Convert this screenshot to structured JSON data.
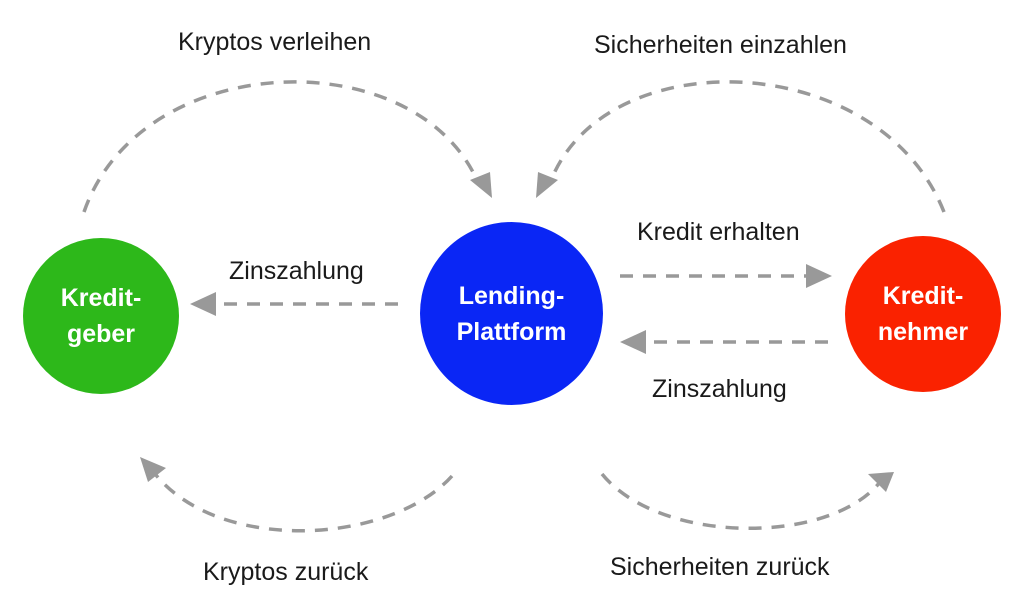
{
  "nodes": {
    "lender": {
      "line1": "Kredit-",
      "line2": "geber",
      "color": "#2db81a"
    },
    "platform": {
      "line1": "Lending-",
      "line2": "Plattform",
      "color": "#0a26f5"
    },
    "borrower": {
      "line1": "Kredit-",
      "line2": "nehmer",
      "color": "#fa2200"
    }
  },
  "labels": {
    "lend_crypto": "Kryptos verleihen",
    "deposit_collateral": "Sicherheiten einzahlen",
    "receive_loan": "Kredit erhalten",
    "interest_to_lender": "Zinszahlung",
    "interest_from_borrower": "Zinszahlung",
    "crypto_back": "Kryptos zurück",
    "collateral_back": "Sicherheiten zurück"
  },
  "colors": {
    "arrow": "#999999",
    "text": "#1a1a1a"
  }
}
